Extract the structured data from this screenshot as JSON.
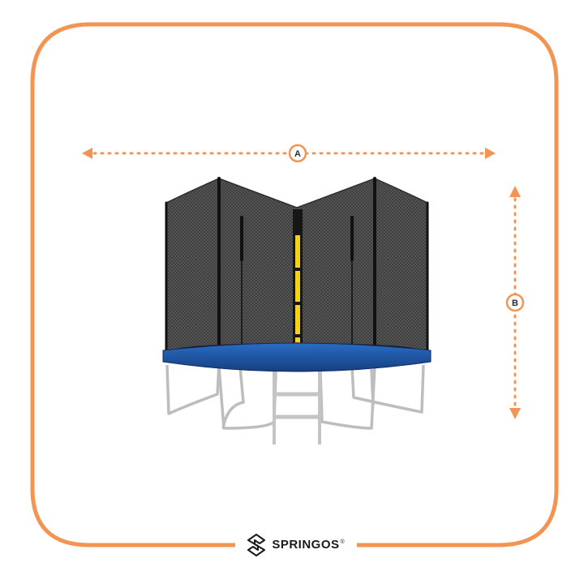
{
  "dimension_a": {
    "label": "A"
  },
  "dimension_b": {
    "label": "B"
  },
  "brand": {
    "name": "SPRINGOS",
    "registered_mark": "®"
  },
  "colors": {
    "frame": "#f39452",
    "dimension": "#f39452",
    "net": "#4a4a4a",
    "pad": "#1f5aa8",
    "legs": "#c9c9c9",
    "zipper": "#f2d21d"
  }
}
